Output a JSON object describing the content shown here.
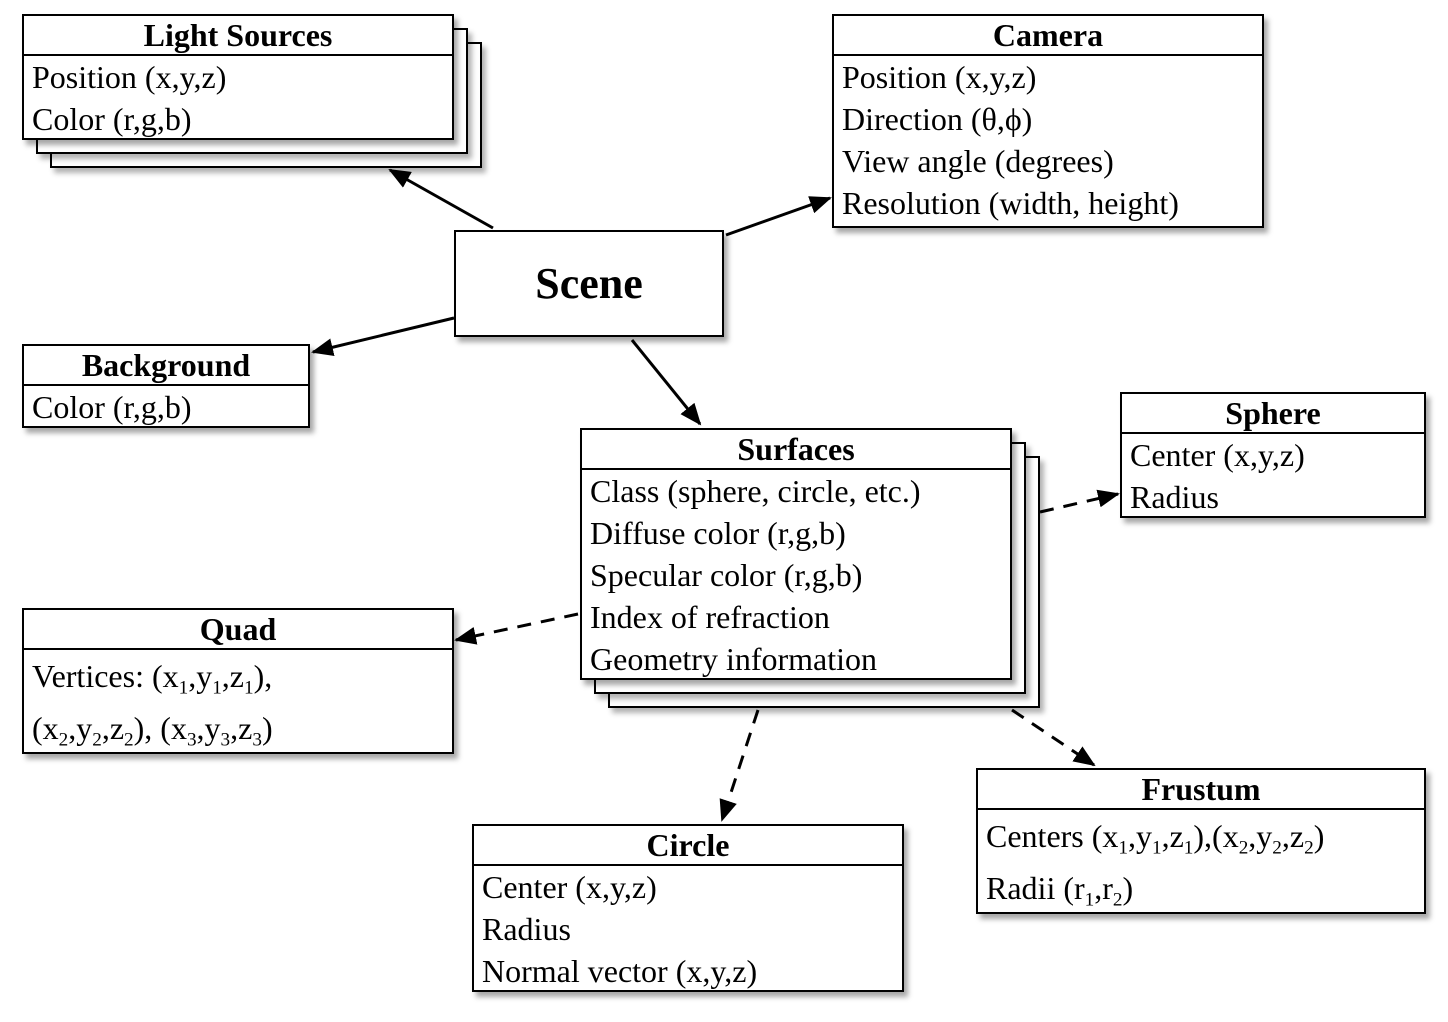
{
  "scene": {
    "title": "Scene"
  },
  "light_sources": {
    "title": "Light Sources",
    "attributes": [
      "Position (x,y,z)",
      "Color (r,g,b)"
    ]
  },
  "camera": {
    "title": "Camera",
    "attributes": [
      "Position (x,y,z)",
      "Direction (θ,ϕ)",
      "View angle (degrees)",
      "Resolution (width, height)"
    ]
  },
  "background": {
    "title": "Background",
    "attributes": [
      "Color (r,g,b)"
    ]
  },
  "surfaces": {
    "title": "Surfaces",
    "attributes": [
      "Class (sphere, circle, etc.)",
      "Diffuse color (r,g,b)",
      "Specular color (r,g,b)",
      "Index of refraction",
      "Geometry information"
    ]
  },
  "sphere": {
    "title": "Sphere",
    "attributes": [
      "Center (x,y,z)",
      "Radius"
    ]
  },
  "quad": {
    "title": "Quad",
    "vertices_line1": {
      "prefix": "Vertices: (",
      "parts": [
        "x",
        "1",
        ",y",
        "1",
        ",z",
        "1"
      ],
      "suffix": "),"
    },
    "vertices_line2": {
      "prefix": "(",
      "parts": [
        "x",
        "2",
        ",y",
        "2",
        ",z",
        "2"
      ],
      "middle": "), (",
      "parts2": [
        "x",
        "3",
        ",y",
        "3",
        ",z",
        "3"
      ],
      "suffix": ")"
    }
  },
  "circle": {
    "title": "Circle",
    "attributes": [
      "Center (x,y,z)",
      "Radius",
      "Normal vector (x,y,z)"
    ]
  },
  "frustum": {
    "title": "Frustum",
    "centers": {
      "prefix": "Centers (",
      "parts": [
        "x",
        "1",
        ",y",
        "1",
        ",z",
        "1"
      ],
      "middle": "),(",
      "parts2": [
        "x",
        "2",
        ",y",
        "2",
        ",z",
        "2"
      ],
      "suffix": ")"
    },
    "radii": {
      "prefix": "Radii (",
      "parts": [
        "r",
        "1",
        ",r",
        "2"
      ],
      "suffix": ")"
    }
  }
}
